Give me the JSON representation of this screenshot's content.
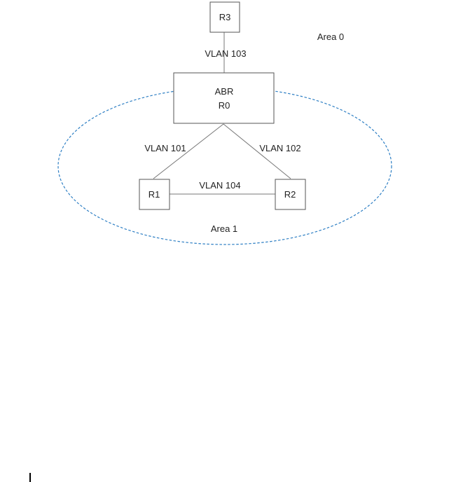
{
  "nodes": {
    "r3": "R3",
    "abr_role": "ABR",
    "abr_name": "R0",
    "r1": "R1",
    "r2": "R2"
  },
  "links": {
    "vlan_103": "VLAN 103",
    "vlan_101": "VLAN 101",
    "vlan_102": "VLAN 102",
    "vlan_104": "VLAN 104"
  },
  "areas": {
    "area_0": "Area 0",
    "area_1": "Area 1"
  },
  "colors": {
    "area_1_outline": "#2e7fc4",
    "node_border": "#555555"
  }
}
